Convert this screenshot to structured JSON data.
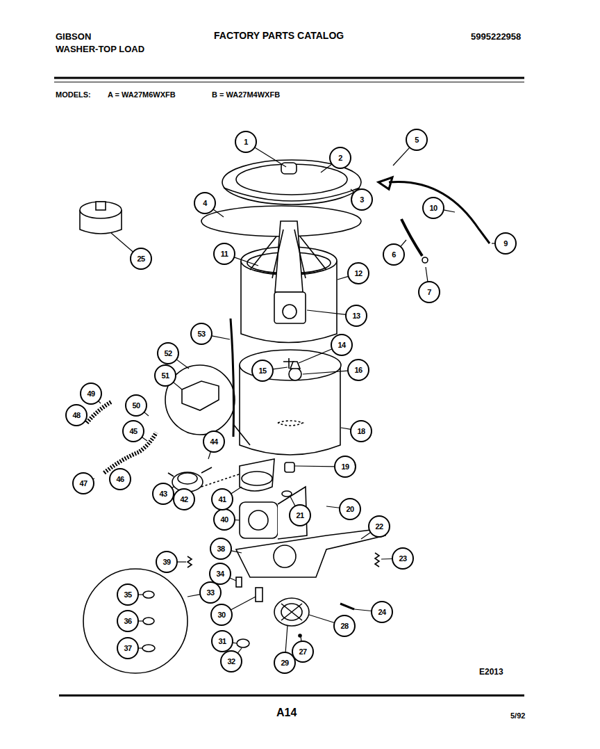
{
  "diagram": {
    "title": "FACTORY PARTS CATALOG",
    "labels": [
      "GIBSON",
      "WASHER-TOP LOAD",
      "5995222958",
      "MODELS:",
      "A = WA27M6WXFB",
      "B = WA27M4WXFB",
      "1",
      "2",
      "3",
      "4",
      "5",
      "6",
      "7",
      "9",
      "10",
      "11",
      "12",
      "13",
      "14",
      "15",
      "16",
      "18",
      "19",
      "20",
      "21",
      "22",
      "23",
      "24",
      "25",
      "27",
      "28",
      "29",
      "30",
      "31",
      "32",
      "33",
      "34",
      "35",
      "36",
      "37",
      "38",
      "39",
      "40",
      "41",
      "42",
      "43",
      "44",
      "45",
      "46",
      "47",
      "48",
      "49",
      "50",
      "51",
      "52",
      "53",
      "E2013",
      "A14",
      "5/92"
    ]
  }
}
